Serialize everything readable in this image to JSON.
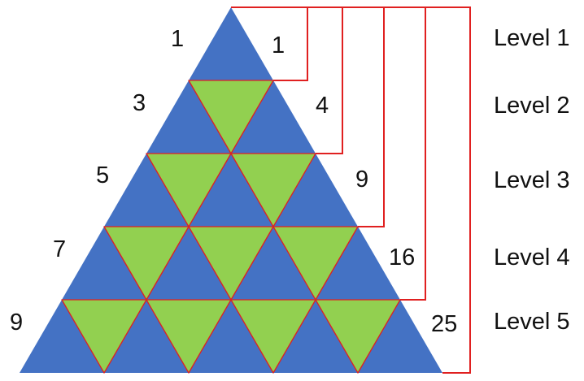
{
  "colors": {
    "up_triangle": "#4472C4",
    "down_triangle": "#92D050",
    "edge": "#E02020",
    "bracket": "#E02020",
    "text": "#111111"
  },
  "rows": [
    {
      "level": "Level 1",
      "left_label": "1",
      "right_label": "1"
    },
    {
      "level": "Level 2",
      "left_label": "3",
      "right_label": "4"
    },
    {
      "level": "Level 3",
      "left_label": "5",
      "right_label": "9"
    },
    {
      "level": "Level 4",
      "left_label": "7",
      "right_label": "16"
    },
    {
      "level": "Level 5",
      "left_label": "9",
      "right_label": "25"
    }
  ]
}
